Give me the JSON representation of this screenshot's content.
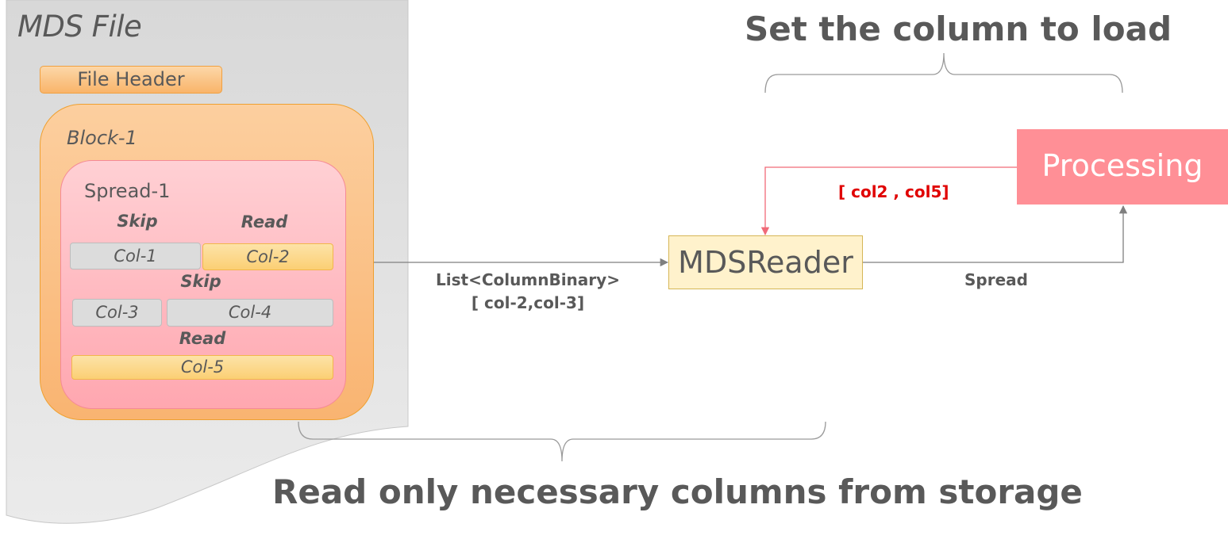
{
  "mds_file": {
    "title": "MDS File",
    "file_header": "File Header",
    "block": {
      "label": "Block-1",
      "spread": {
        "label": "Spread-1",
        "ops": {
          "skip_1": "Skip",
          "read_1": "Read",
          "skip_2": "Skip",
          "read_2": "Read"
        },
        "columns": [
          "Col-1",
          "Col-2",
          "Col-3",
          "Col-4",
          "Col-5"
        ]
      }
    }
  },
  "edges": {
    "list_label_line1": "List<ColumnBinary>",
    "list_label_line2": "[ col-2,col-3]",
    "feedback_label": "[ col2 , col5]",
    "spread_label": "Spread"
  },
  "nodes": {
    "reader": "MDSReader",
    "processing": "Processing"
  },
  "captions": {
    "top": "Set the column to load",
    "bottom": "Read only necessary columns from storage"
  },
  "colors": {
    "text": "#595959",
    "file_bg": "#e2e2e2",
    "block_orange": "#f9b471",
    "spread_pink": "#ffa7b0",
    "column_gold": "#fbcf74",
    "column_gray": "#dcdcdc",
    "reader_bg": "#fff2cc",
    "processing_bg": "#ff8f96",
    "feedback_arrow": "#f06a78",
    "feedback_text": "#e00000"
  }
}
